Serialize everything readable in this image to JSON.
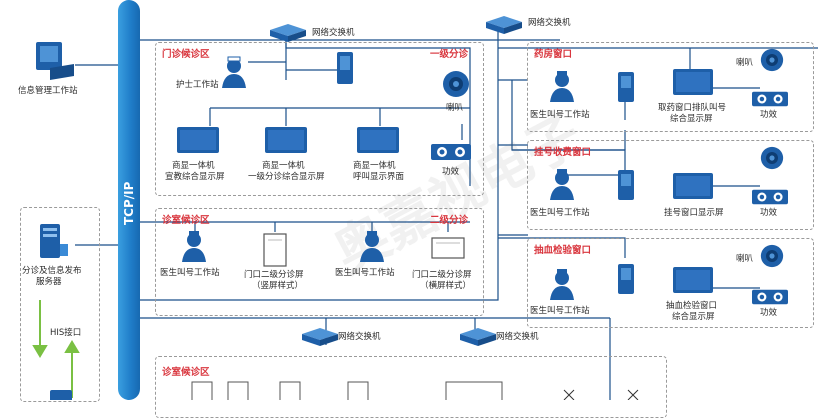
{
  "bus_label": "TCP/IP",
  "watermark": "奥嘉视电子",
  "left": {
    "info_station": "信息管理工作站",
    "server_line1": "分诊及信息发布",
    "server_line2": "服务器",
    "his": "HIS接口"
  },
  "switches": {
    "top1": "网络交换机",
    "top2": "网络交换机",
    "bottom1": "网络交换机",
    "bottom2": "网络交换机"
  },
  "clinic_wait": {
    "title": "门诊候诊区",
    "level_title": "一级分诊",
    "nurse": "护士工作站",
    "tv1_l1": "商显一体机",
    "tv1_l2": "宣教综合显示屏",
    "tv2_l1": "商显一体机",
    "tv2_l2": "一级分诊综合显示屏",
    "tv3_l1": "商显一体机",
    "tv3_l2": "呼叫显示界面",
    "horn": "喇叭",
    "amp": "功效"
  },
  "room_wait": {
    "title": "诊室候诊区",
    "level_title": "二级分诊",
    "doctor1": "医生叫号工作站",
    "panel1_l1": "门口二级分诊屏",
    "panel1_l2": "（竖屏样式）",
    "doctor2": "医生叫号工作站",
    "panel2_l1": "门口二级分诊屏",
    "panel2_l2": "（横屏样式）"
  },
  "pharmacy": {
    "title": "药房窗口",
    "doctor": "医生叫号工作站",
    "screen_l1": "取药窗口排队叫号",
    "screen_l2": "综合显示屏",
    "horn": "喇叭",
    "amp": "功效"
  },
  "registration": {
    "title": "挂号收费窗口",
    "doctor": "医生叫号工作站",
    "screen": "挂号窗口显示屏",
    "amp": "功效"
  },
  "blood": {
    "title": "抽血检验窗口",
    "doctor": "医生叫号工作站",
    "screen_l1": "抽血检验窗口",
    "screen_l2": "综合显示屏",
    "horn": "喇叭",
    "amp": "功效"
  },
  "bottom": {
    "title": "诊室候诊区"
  },
  "colors": {
    "bus": "#1f7cc8",
    "line": "#1a4f8a",
    "title_red": "#d9363e",
    "green_arrow": "#7ac043"
  }
}
